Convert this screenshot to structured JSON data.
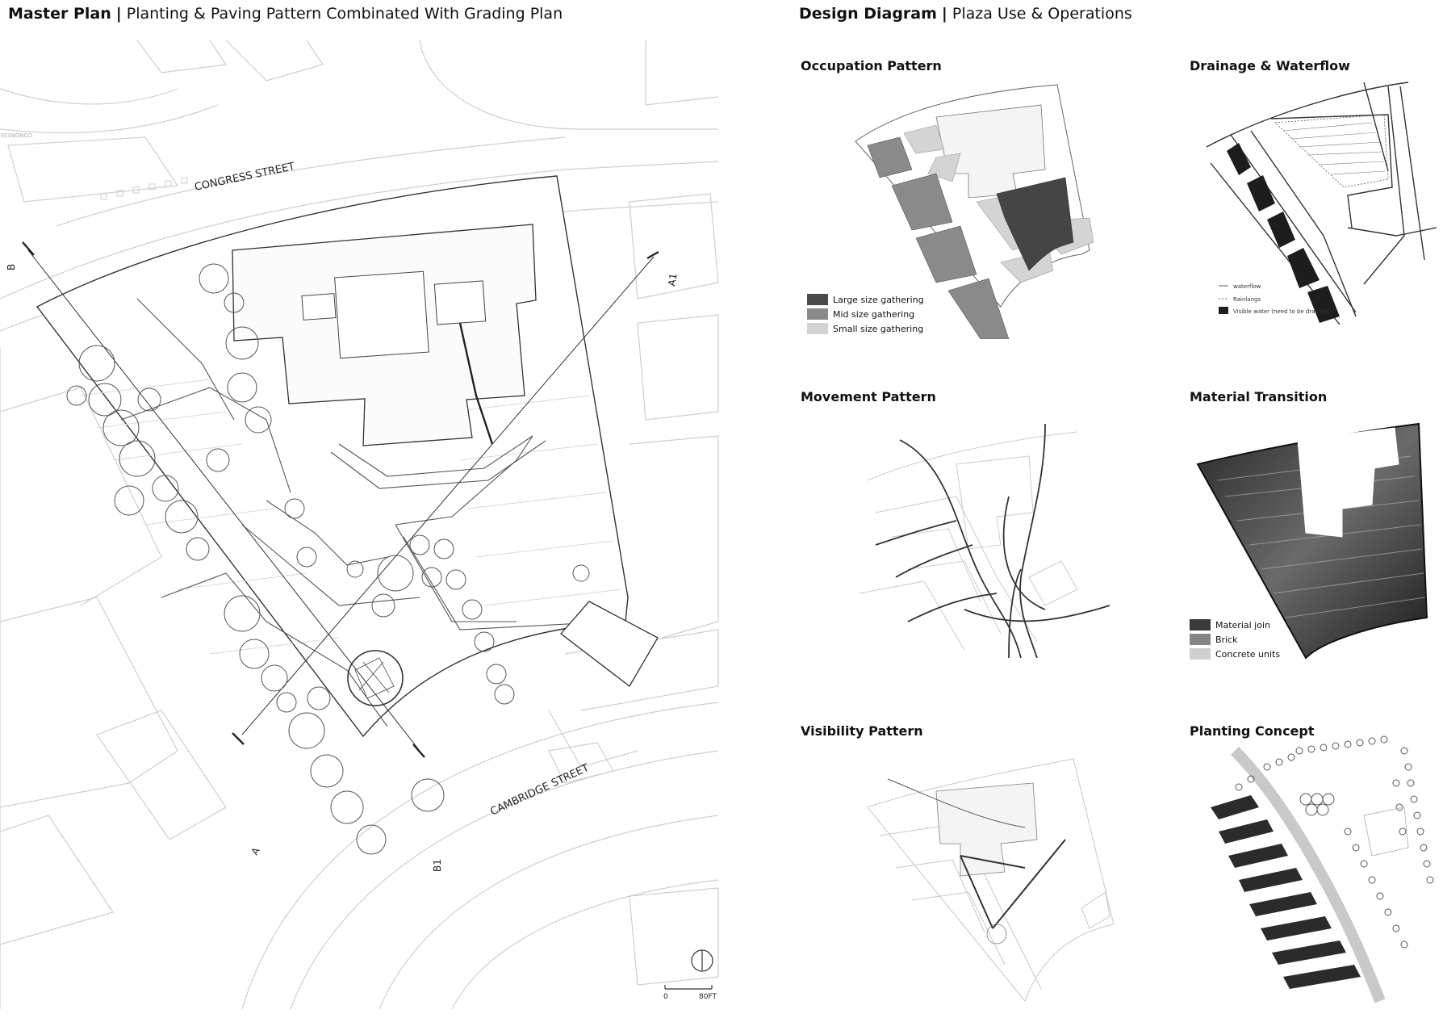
{
  "master_plan": {
    "title": "Master Plan",
    "separator": "|",
    "subtitle": "Planting & Paving Pattern Combinated With Grading Plan",
    "streets": {
      "congress": "CONGRESS STREET",
      "cambridge": "CAMBRIDGE STREET",
      "upper": "CONGRESS STREET"
    },
    "section_marks": {
      "a": "A",
      "a1": "A1",
      "b": "B",
      "b1": "B1"
    },
    "scale": {
      "zero": "0",
      "max": "80FT"
    }
  },
  "design_diagram": {
    "title": "Design Diagram",
    "separator": "|",
    "subtitle": "Plaza Use & Operations"
  },
  "panels": {
    "occupation": {
      "title": "Occupation Pattern",
      "legend": [
        {
          "label": "Large size gathering",
          "color": "#4a4a4a"
        },
        {
          "label": "Mid size gathering",
          "color": "#8a8a8a"
        },
        {
          "label": "Small size gathering",
          "color": "#d2d2d2"
        }
      ]
    },
    "drainage": {
      "title": "Drainage & Waterflow",
      "legend": [
        "waterflow",
        "Rainlangs",
        "Visible water (need to be drained)"
      ]
    },
    "movement": {
      "title": "Movement Pattern"
    },
    "material": {
      "title": "Material Transition",
      "legend": [
        {
          "label": "Material join",
          "color": "#3a3a3a"
        },
        {
          "label": "Brick",
          "color": "#858585"
        },
        {
          "label": "Concrete units",
          "color": "#d0d0d0"
        }
      ]
    },
    "visibility": {
      "title": "Visibility Pattern"
    },
    "planting": {
      "title": "Planting Concept"
    }
  },
  "colors": {
    "line": "#555555",
    "light_line": "#c8c8c8",
    "dark": "#3a3a3a"
  }
}
